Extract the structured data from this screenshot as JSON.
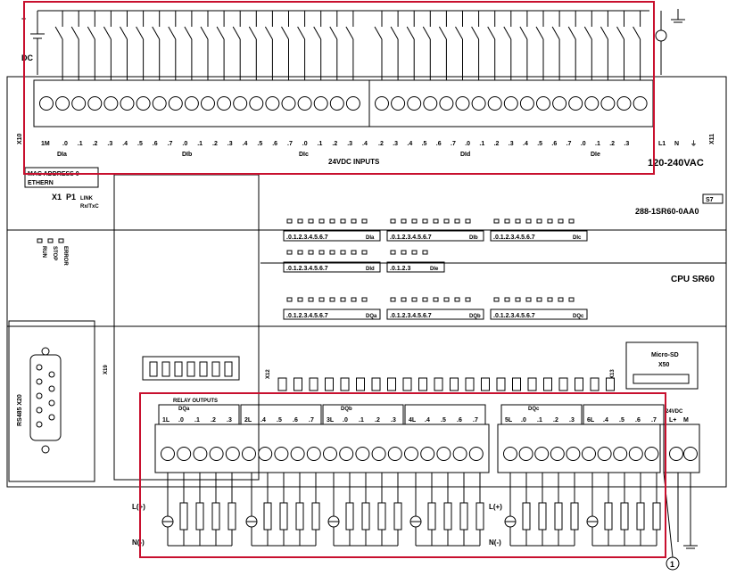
{
  "inputs": {
    "supply_label": "DC",
    "plus_sign": "+",
    "terminal_prefix": "X10",
    "common_label": "1M",
    "group_a_label": "DIa",
    "group_b_label": "DIb",
    "group_c_label": "DIc",
    "group_d_label": "DId",
    "group_e_label": "DIe",
    "title": "24VDC INPUTS",
    "power_label": "120-240VAC",
    "power_terminal": "X11",
    "group_a_ticks": [
      ".0",
      ".1",
      ".2",
      ".3",
      ".4",
      ".5",
      ".6",
      ".7"
    ],
    "group_b_ticks": [
      ".0",
      ".1",
      ".2",
      ".3",
      ".4",
      ".5",
      ".6",
      ".7"
    ],
    "group_c_ticks": [
      ".0",
      ".1",
      ".2",
      ".3",
      ".4",
      ".5",
      ".6",
      ".7"
    ],
    "group_d_ticks": [
      ".0",
      ".1",
      ".2",
      ".3",
      ".4",
      ".5",
      ".6",
      ".7"
    ],
    "group_e_ticks": [
      ".0",
      ".1",
      ".2",
      ".3"
    ],
    "power_ticks": [
      "L1",
      "N",
      "⏚"
    ]
  },
  "module": {
    "mac_label": "MAC ADDRESS 0",
    "ethernet_label": "ETHERN",
    "x1_label": "X1",
    "p1_label": "P1",
    "link_label": "LINK",
    "rxtx_label": "Rx/TxC",
    "siemens_logo": "S7",
    "order_number": "288-1SR60-0AA0",
    "cpu_label": "CPU SR60",
    "status_labels": [
      "RUN",
      "STOP",
      "ERROR"
    ],
    "rs485_label": "RS485 X20",
    "x50_label": "Micro-SD",
    "x50_sub": "X50",
    "x12_label": "X12",
    "x13_label": "X13",
    "x19_label": "X19",
    "led_rows": [
      {
        "bits": ".0.1.2.3.4.5.6.7",
        "groups": [
          "DIa",
          "DIb",
          "DIc"
        ]
      },
      {
        "bits": ".0.1.2.3.4.5.6.7",
        "groups": [
          "DId",
          "DIe"
        ]
      },
      {
        "bits": ".0.1.2.3.4.5.6.7",
        "groups": [
          "DQa",
          "DQb",
          "DQc"
        ]
      }
    ]
  },
  "outputs": {
    "title": "RELAY OUTPUTS",
    "dqa_label": "DQa",
    "dqb_label": "DQb",
    "dqc_label": "DQc",
    "dc_power_label": "24VDC",
    "l_plus_label": "L(+)",
    "n_minus_label": "N(-)",
    "note_marker": "1",
    "groups": [
      [
        "1L",
        ".0",
        ".1",
        ".2",
        ".3"
      ],
      [
        "2L",
        ".4",
        ".5",
        ".6",
        ".7"
      ],
      [
        "3L",
        ".0",
        ".1",
        ".2",
        ".3"
      ],
      [
        "4L",
        ".4",
        ".5",
        ".6",
        ".7"
      ],
      [
        "5L",
        ".0",
        ".1",
        ".2",
        ".3"
      ],
      [
        "6L",
        ".4",
        ".5",
        ".6",
        ".7"
      ]
    ],
    "power_ticks": [
      "L+",
      "M"
    ]
  },
  "colors": {
    "highlight": "#c8102e",
    "line": "#000000"
  }
}
